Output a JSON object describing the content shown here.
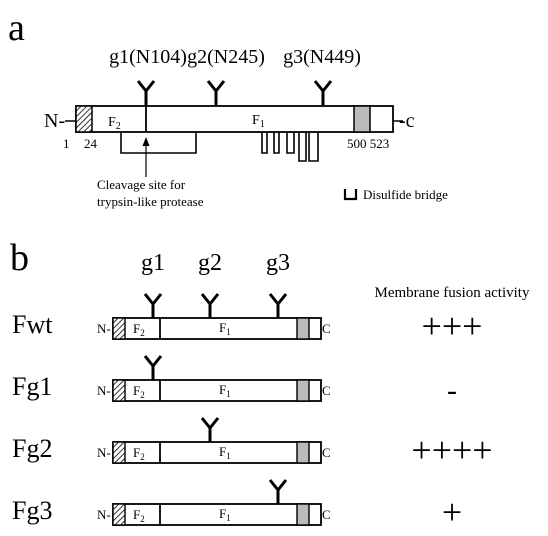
{
  "panel_a": {
    "letter": "a",
    "glycans": [
      "g1(N104)",
      "g2(N245)",
      "g3(N449)"
    ],
    "n_term": "N-",
    "c_term": "-c",
    "f2_label": "F",
    "f2_sub": "2",
    "f1_label": "F",
    "f1_sub": "1",
    "pos_1": "1",
    "pos_24": "24",
    "pos_500_523": "500 523",
    "cleavage_line1": "Cleavage site for",
    "cleavage_line2": "trypsin-like protease",
    "legend_disulfide": "Disulfide bridge"
  },
  "panel_b": {
    "letter": "b",
    "glycan_headers": [
      "g1",
      "g2",
      "g3"
    ],
    "activity_header": "Membrane fusion activity",
    "n_term": "N-",
    "c_term": "C",
    "f2_label": "F",
    "f2_sub": "2",
    "f1_label": "F",
    "f1_sub": "1",
    "rows": [
      {
        "name": "Fwt",
        "activity": "+++"
      },
      {
        "name": "Fg1",
        "activity": "-"
      },
      {
        "name": "Fg2",
        "activity": "++++"
      },
      {
        "name": "Fg3",
        "activity": "+"
      }
    ]
  }
}
